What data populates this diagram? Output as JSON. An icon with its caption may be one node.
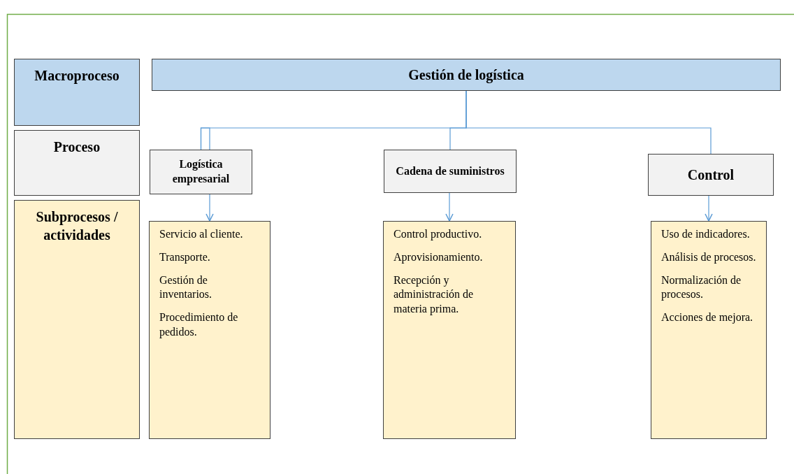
{
  "diagram": {
    "nodes": [
      {
        "text": [
          "Macroproceso"
        ]
      },
      {
        "text": [
          "Gestión de logística"
        ]
      },
      {
        "text": [
          "Proceso"
        ]
      },
      {
        "text": [
          "Logística empresarial"
        ]
      },
      {
        "text": [
          "Cadena de suministros"
        ]
      },
      {
        "text": [
          "Control"
        ]
      },
      {
        "text": [
          "Subprocesos / actividades"
        ]
      },
      {
        "text": [
          "Servicio al cliente.",
          "Transporte.",
          "Gestión de inventarios.",
          "Procedimiento de pedidos."
        ]
      },
      {
        "text": [
          "Control productivo.",
          "Aprovisionamiento.",
          "Recepción y administración de materia prima."
        ]
      },
      {
        "text": [
          "Uso de indicadores.",
          "Análisis de procesos.",
          "Normalización de procesos.",
          "Acciones de mejora."
        ]
      }
    ],
    "edges": [
      {
        "from": 1,
        "to": 3,
        "arrow": "none"
      },
      {
        "from": 1,
        "to": 4,
        "arrow": "none"
      },
      {
        "from": 1,
        "to": 5,
        "arrow": "none"
      },
      {
        "from": 3,
        "to": 7,
        "arrow": "to"
      },
      {
        "from": 4,
        "to": 8,
        "arrow": "to"
      },
      {
        "from": 5,
        "to": 9,
        "arrow": "to"
      }
    ]
  }
}
